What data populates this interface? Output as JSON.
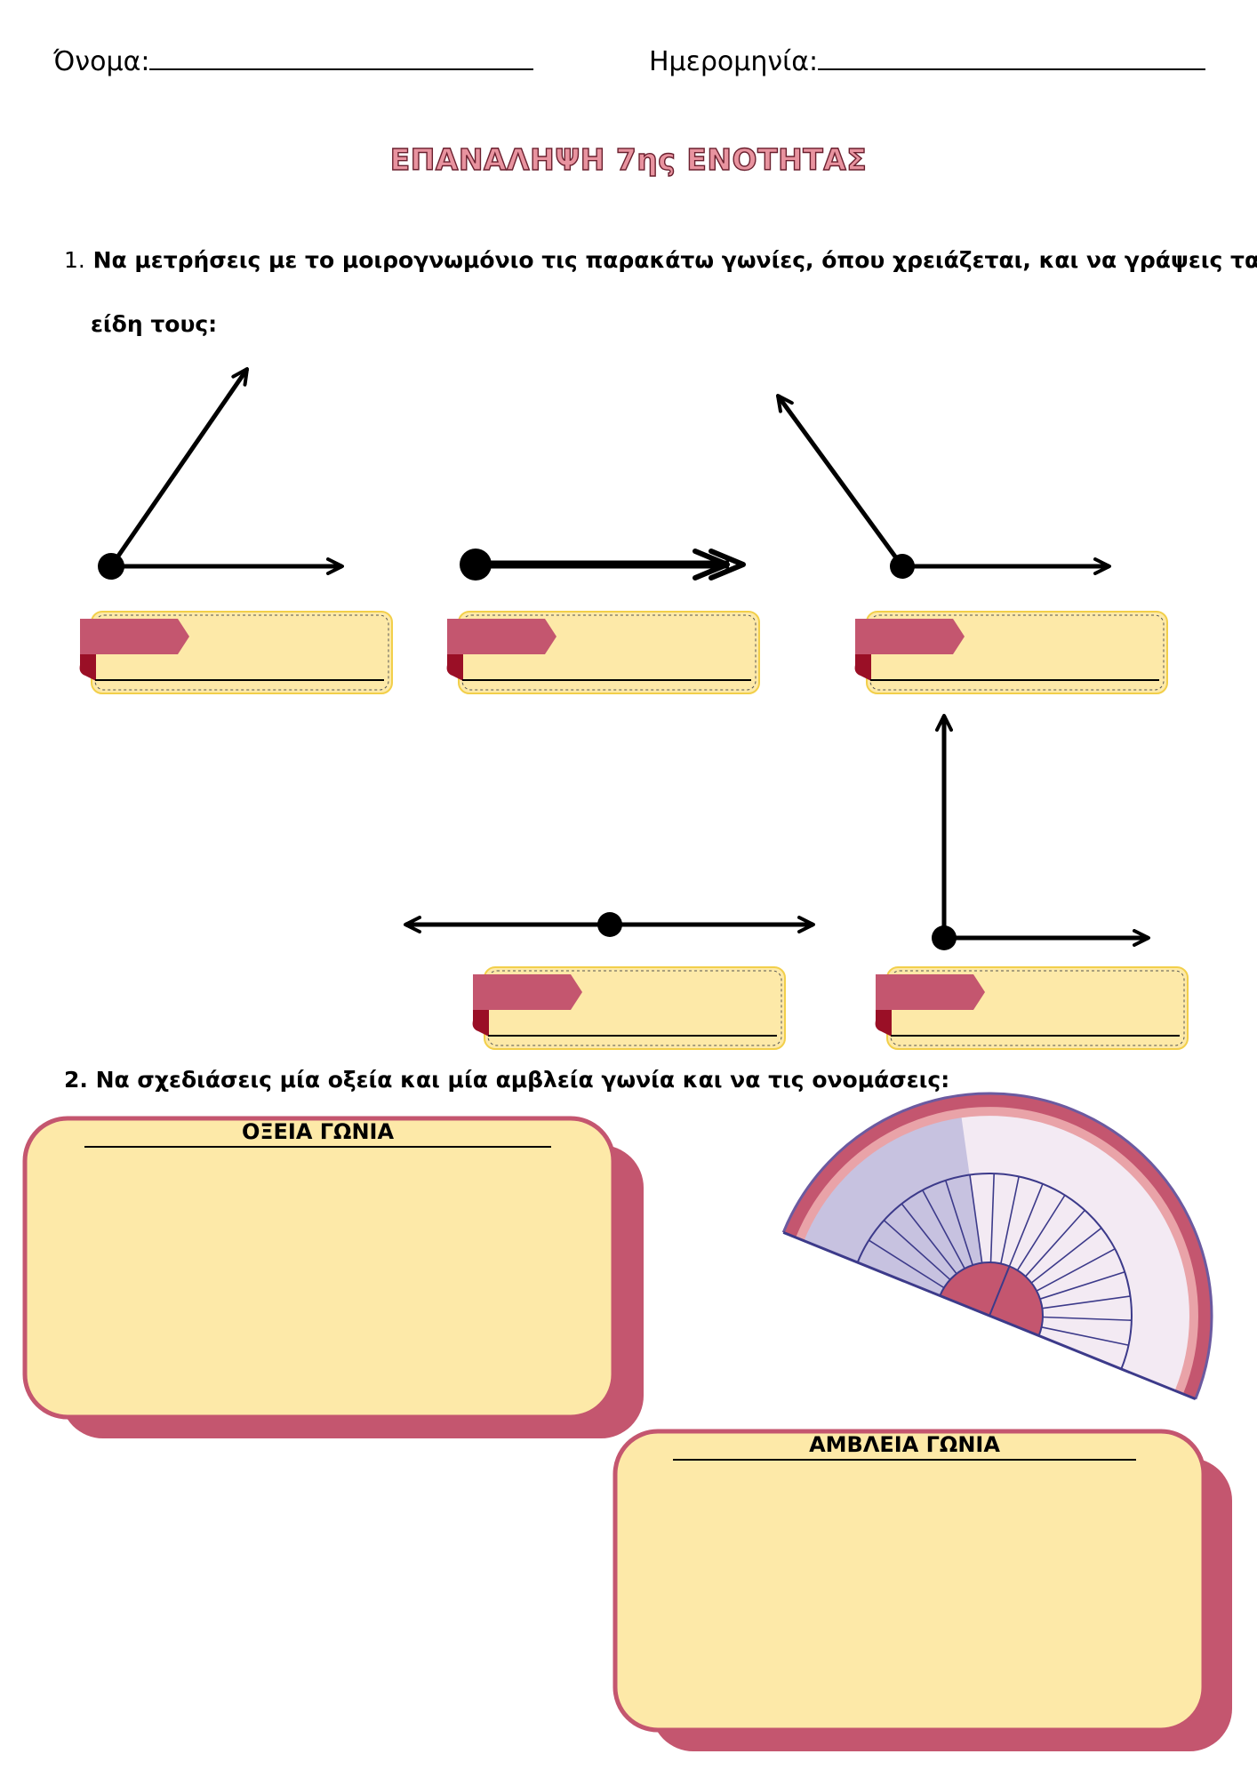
{
  "header": {
    "name_label": "Όνομα:",
    "date_label": "Ημερομηνία:"
  },
  "title": "ΕΠΑΝΑΛΗΨΗ 7ης ΕΝΟΤΗΤΑΣ",
  "question1": {
    "number": "1.",
    "text_line1": "Να μετρήσεις με το μοιρογνωμόνιο τις παρακάτω γωνίες, όπου χρειάζεται, και να γράψεις τα",
    "text_line2": "είδη τους:"
  },
  "question2": {
    "number": "2.",
    "text": "Να σχεδιάσεις μία οξεία και μία αμβλεία γωνία και να τις ονομάσεις:"
  },
  "boxes": {
    "acute_label": "ΟΞΕΙΑ ΓΩΝΙΑ",
    "obtuse_label": "ΑΜΒΛΕΙΑ ΓΩΝΙΑ"
  },
  "colors": {
    "accent": "#c4566f",
    "dark_accent": "#9a0f26",
    "cream": "#fde9a8",
    "title_fill": "#e8939f"
  },
  "icons": {
    "decoration": "protractor-icon"
  }
}
